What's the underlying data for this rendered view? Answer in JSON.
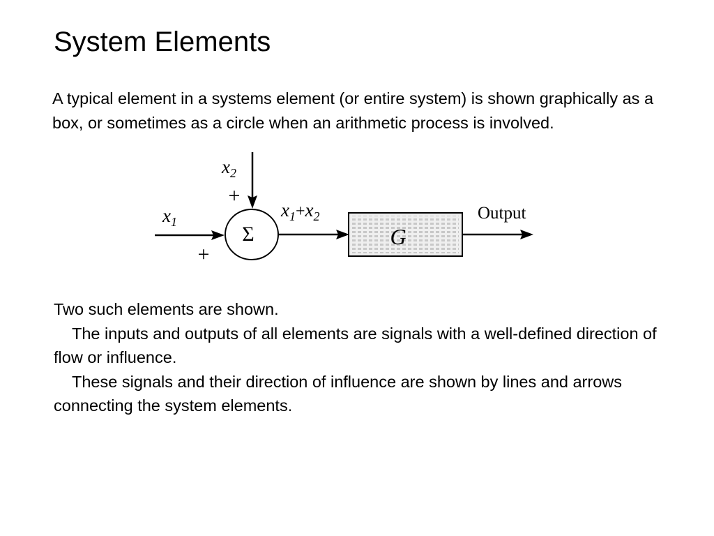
{
  "slide": {
    "title": "System Elements",
    "intro": "A typical element in a systems element (or entire system) is shown graphically as a box, or sometimes as a circle when an arithmetic process is involved.",
    "paragraphs": [
      "Two such elements are shown.",
      "The inputs and outputs of all elements are signals with a well-defined direction of flow or influence.",
      "These signals and their direction of influence are shown by lines and arrows connecting the system elements."
    ]
  },
  "diagram": {
    "input1_var": "x",
    "input1_sub": "1",
    "input1_sign": "+",
    "input2_var": "x",
    "input2_sub": "2",
    "input2_sign": "+",
    "summer_symbol": "Σ",
    "sum_var_a": "x",
    "sum_sub_a": "1",
    "sum_plus": "+",
    "sum_var_b": "x",
    "sum_sub_b": "2",
    "block_label": "G",
    "output_label": "Output",
    "block_fill": "#efefef",
    "block_dot_color": "#c8c8c8",
    "line_color": "#000000"
  }
}
